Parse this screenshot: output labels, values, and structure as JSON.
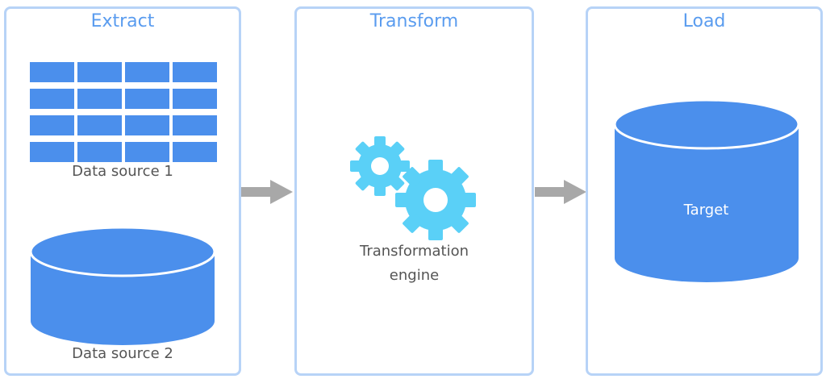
{
  "panels": {
    "extract": {
      "title": "Extract"
    },
    "transform": {
      "title": "Transform"
    },
    "load": {
      "title": "Load"
    }
  },
  "sources": {
    "source1_label": "Data source 1",
    "source2_label": "Data source 2"
  },
  "engine": {
    "line1": "Transformation",
    "line2": "engine"
  },
  "target": {
    "label": "Target"
  },
  "colors": {
    "border": "#b7d3f7",
    "title": "#5a9cef",
    "shape": "#4b8fec",
    "gear": "#5ad0f7",
    "arrow": "#a8a8a8",
    "caption": "#555555"
  },
  "icons": {
    "table": "table-grid-icon",
    "database": "database-cylinder-icon",
    "gears": "gears-icon",
    "arrow": "arrow-right-icon"
  }
}
